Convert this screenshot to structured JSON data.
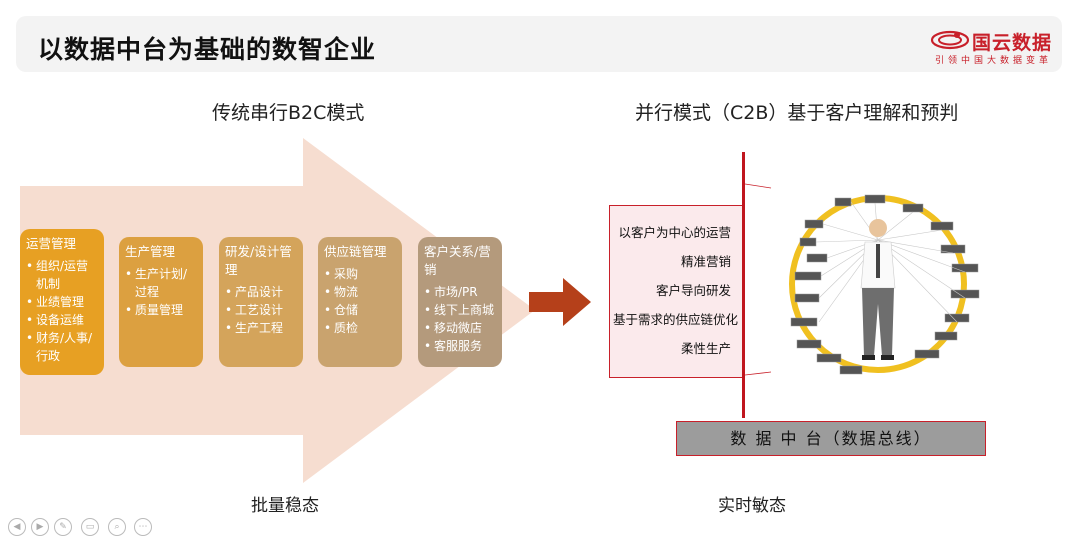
{
  "slide": {
    "title": "以数据中台为基础的数智企业",
    "logo": {
      "name": "国云数据",
      "tagline": "引领中国大数据变革"
    }
  },
  "left": {
    "heading": "传统串行B2C模式",
    "footer": "批量稳态",
    "boxes": [
      {
        "title": "运营管理",
        "items": [
          "组织/运营机制",
          "业绩管理",
          "设备运维",
          "财务/人事/行政"
        ],
        "color": "#e7a023"
      },
      {
        "title": "生产管理",
        "items": [
          "生产计划/过程",
          "质量管理"
        ],
        "color": "#dca040"
      },
      {
        "title": "研发/设计管理",
        "items": [
          "产品设计",
          "工艺设计",
          "生产工程"
        ],
        "color": "#d4a45b"
      },
      {
        "title": "供应链管理",
        "items": [
          "采购",
          "物流",
          "仓储",
          "质检"
        ],
        "color": "#c9a36e"
      },
      {
        "title": "客户关系/营销",
        "items": [
          "市场/PR",
          "线下上商城",
          "移动微店",
          "客服服务"
        ],
        "color": "#b49a7c"
      }
    ]
  },
  "right": {
    "heading": "并行模式（C2B）基于客户理解和预判",
    "footer": "实时敏态",
    "items": [
      "以客户为中心的运营",
      "精准营销",
      "客户导向研发",
      "基于需求的供应链优化",
      "柔性生产"
    ],
    "hub_label": "数 据 中 台（数据总线）"
  },
  "colors": {
    "accent": "#c8202a",
    "arrow": "#f6ddd0",
    "mid_arrow": "#b5401a"
  },
  "controls": [
    "prev-icon",
    "next-icon",
    "pen-icon",
    "screens-icon",
    "zoom-icon",
    "more-icon"
  ]
}
